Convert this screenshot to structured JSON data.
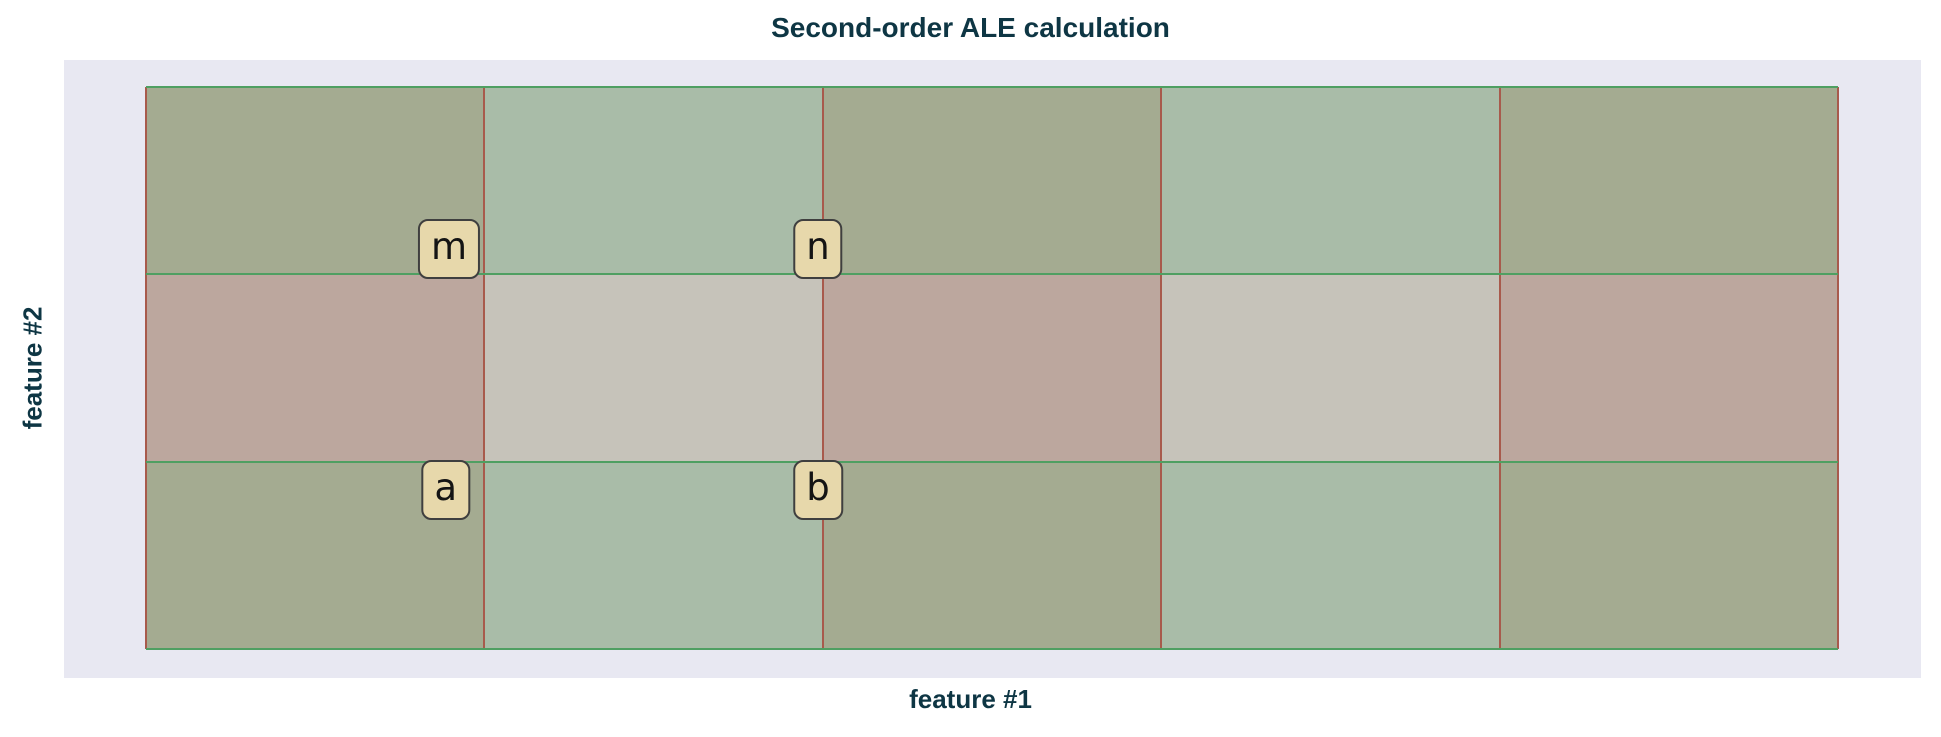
{
  "chart_data": {
    "type": "heatmap",
    "title": "Second-order ALE calculation",
    "xlabel": "feature #1",
    "ylabel": "feature #2",
    "grid": {
      "columns": 5,
      "rows": 3
    },
    "axes": {
      "background": "#e8e8f2",
      "ticks_visible": false,
      "tick_labels": []
    },
    "color_map": {
      "olive": "#a4ab91",
      "green": "#a9bca8",
      "mauve": "#bca79e",
      "gray": "#c6c3ba"
    },
    "cell_colors": [
      [
        "olive",
        "green",
        "olive",
        "green",
        "olive"
      ],
      [
        "mauve",
        "gray",
        "mauve",
        "gray",
        "mauve"
      ],
      [
        "olive",
        "green",
        "olive",
        "green",
        "olive"
      ]
    ],
    "grid_lines": {
      "vertical_color": "#a85a4c",
      "horizontal_color": "#4f9f62"
    },
    "corner_labels": [
      {
        "text": "m",
        "anchor": "top-left corner of middle cell (col 2, row 2)"
      },
      {
        "text": "n",
        "anchor": "top-right corner of middle cell (col 2, row 2)"
      },
      {
        "text": "a",
        "anchor": "bottom-left corner of middle cell (col 2, row 2)"
      },
      {
        "text": "b",
        "anchor": "bottom-right corner of middle cell (col 2, row 2)"
      }
    ],
    "label_box_style": {
      "fill": "#e7d8ab",
      "border": "#3f3f3f",
      "text_color": "#141414"
    },
    "text_color": "#0e3644",
    "legend": null
  }
}
